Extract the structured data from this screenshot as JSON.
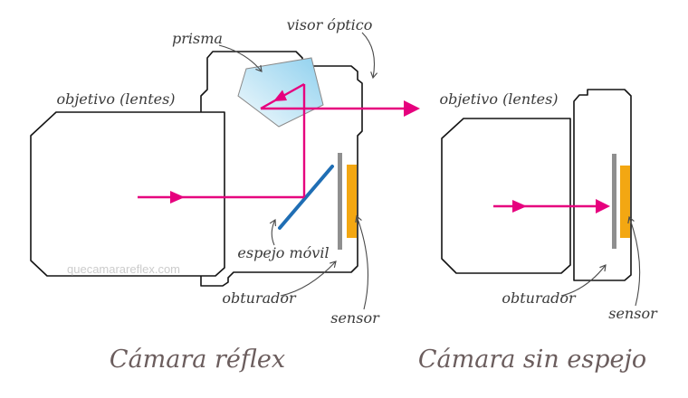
{
  "diagram": {
    "watermark": "quecamarareflex.com",
    "left_camera": {
      "title": "Cámara réflex",
      "labels": {
        "prisma": "prisma",
        "visor": "visor óptico",
        "objetivo": "objetivo (lentes)",
        "espejo": "espejo móvil",
        "obturador": "obturador",
        "sensor": "sensor"
      }
    },
    "right_camera": {
      "title": "Cámara sin espejo",
      "labels": {
        "objetivo": "objetivo (lentes)",
        "obturador": "obturador",
        "sensor": "sensor"
      }
    },
    "colors": {
      "light_path": "#e6007e",
      "mirror": "#1f6eb4",
      "shutter": "#8f8f8f",
      "sensor": "#f3a712",
      "prism_light": "#eaf6fc",
      "prism_dark": "#8fd0ee",
      "outline": "#141414",
      "label_text": "#3a3a3a",
      "title_text": "#6b5d5d",
      "watermark_text": "#cccccc"
    }
  }
}
